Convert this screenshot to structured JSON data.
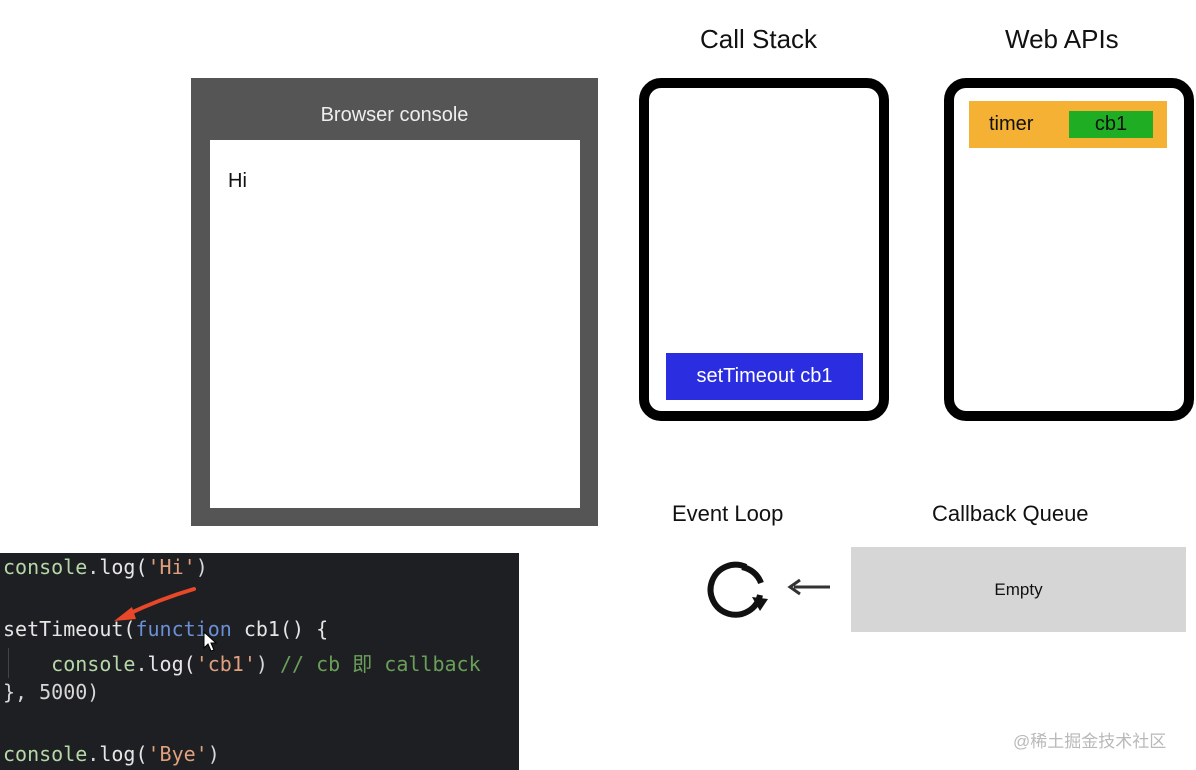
{
  "browser_console": {
    "title": "Browser console",
    "output": [
      "Hi"
    ]
  },
  "call_stack": {
    "title": "Call Stack",
    "frames": [
      "setTimeout cb1"
    ]
  },
  "web_apis": {
    "title": "Web APIs",
    "timer_label": "timer",
    "timer_callback": "cb1"
  },
  "event_loop": {
    "title": "Event Loop",
    "icon": "loop-icon"
  },
  "callback_queue": {
    "title": "Callback Queue",
    "content": "Empty"
  },
  "code": {
    "line1": {
      "obj": "console",
      "dot": ".",
      "fn": "log(",
      "arg": "'Hi'",
      "end": ")"
    },
    "line2": {
      "fn": "setTimeout(",
      "kw": "function",
      "rest": " cb1() {"
    },
    "line3": {
      "indent": "    ",
      "obj": "console",
      "dot": ".",
      "fn": "log(",
      "arg": "'cb1'",
      "end": ") ",
      "comment": "// cb 即 callback"
    },
    "line4": {
      "text": "}, 5000)"
    },
    "line5": {
      "obj": "console",
      "dot": ".",
      "fn": "log(",
      "arg": "'Bye'",
      "end": ")"
    }
  },
  "watermark": "@稀土掘金技术社区",
  "colors": {
    "stack_frame": "#2b2de0",
    "timer_bg": "#f5b133",
    "timer_cb_bg": "#1fae23",
    "queue_bg": "#d6d6d6",
    "annotation_arrow": "#e8472a"
  }
}
